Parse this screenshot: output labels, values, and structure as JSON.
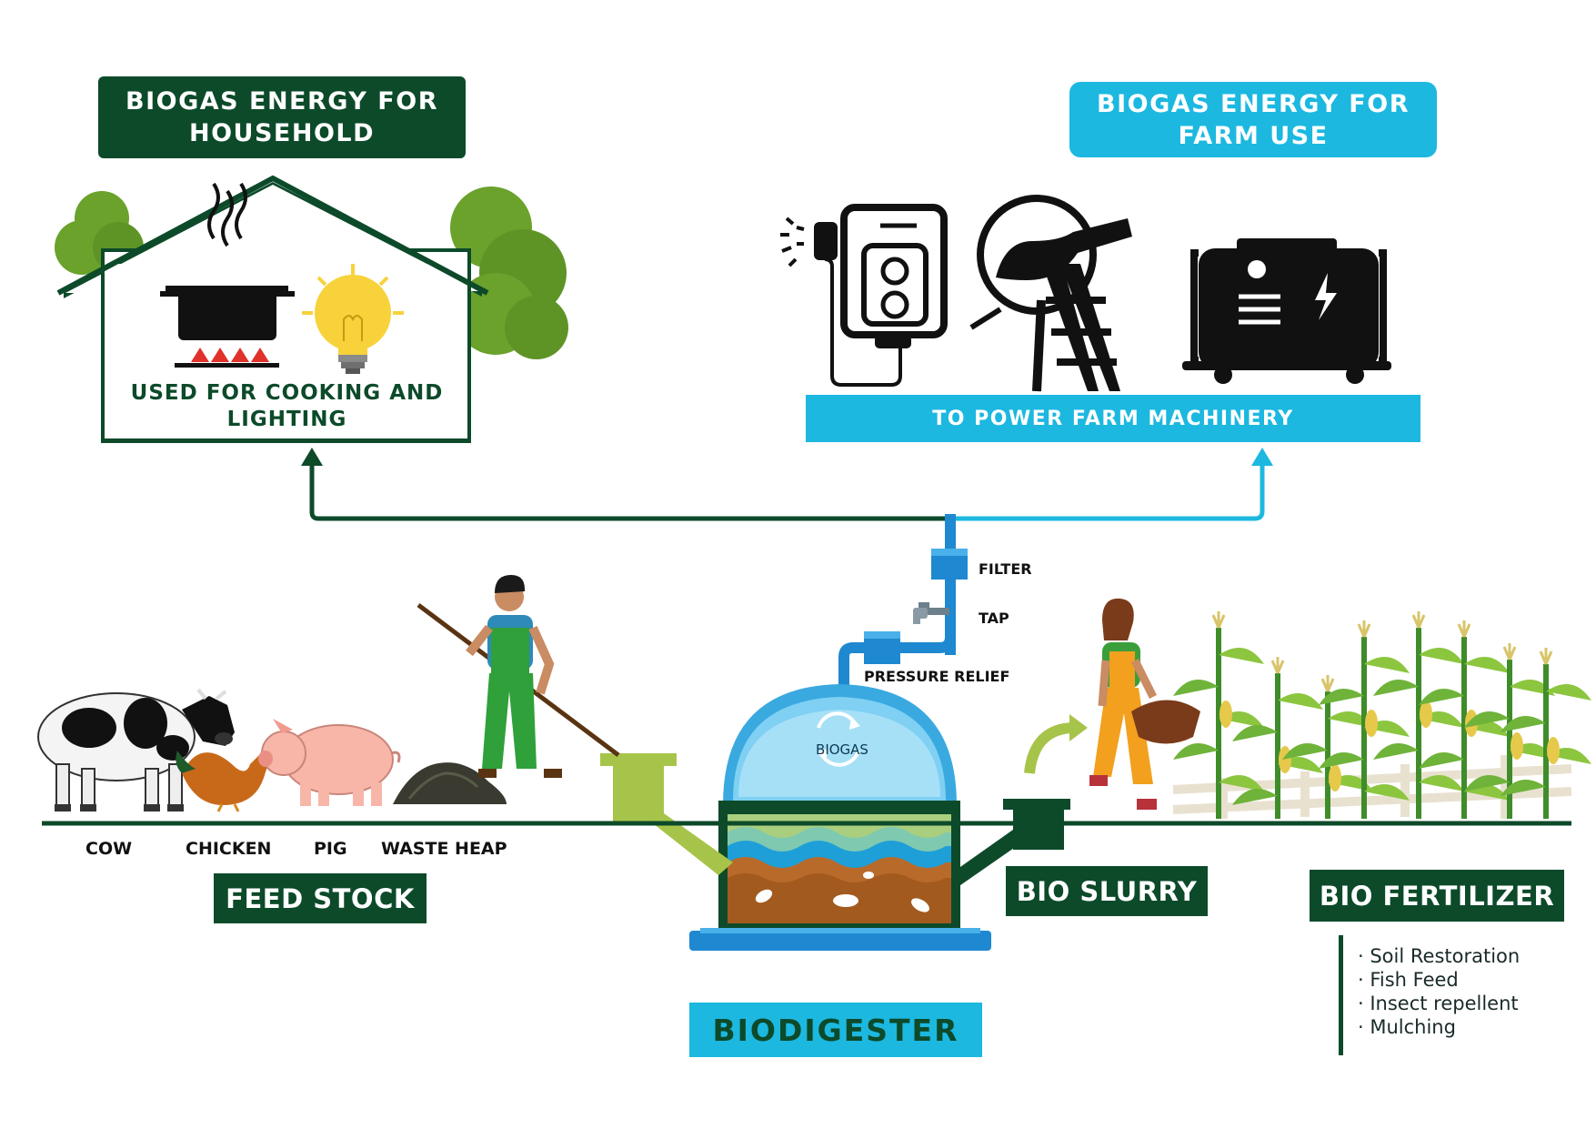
{
  "household": {
    "title_line1": "BIOGAS ENERGY FOR",
    "title_line2": "HOUSEHOLD",
    "use_line1": "USED FOR COOKING AND",
    "use_line2": "LIGHTING"
  },
  "farm": {
    "title_line1": "BIOGAS ENERGY FOR",
    "title_line2": "FARM USE",
    "use": "TO POWER FARM MACHINERY"
  },
  "pipe": {
    "filter": "FILTER",
    "tap": "TAP",
    "pressure_relief": "PRESSURE RELIEF"
  },
  "digester": {
    "dome_label": "BIOGAS",
    "title": "BIODIGESTER"
  },
  "feedstock": {
    "title": "FEED STOCK",
    "items": [
      "COW",
      "CHICKEN",
      "PIG",
      "WASTE HEAP"
    ]
  },
  "slurry": {
    "title": "BIO SLURRY"
  },
  "fertilizer": {
    "title": "BIO FERTILIZER",
    "benefits": [
      "· Soil Restoration",
      "· Fish Feed",
      "· Insect repellent",
      "· Mulching"
    ]
  },
  "colors": {
    "dark_green": "#0c4a2a",
    "cyan": "#1cb8e0",
    "lime": "#a7c44a",
    "pipe_blue": "#1e88d0"
  }
}
